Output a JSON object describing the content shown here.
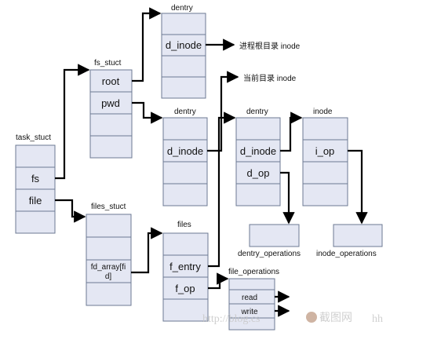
{
  "structures": {
    "task_struct": {
      "title": "task_stuct",
      "fields": [
        "fs",
        "file"
      ]
    },
    "fs_struct": {
      "title": "fs_stuct",
      "fields": [
        "root",
        "pwd"
      ]
    },
    "dentry_root": {
      "title": "dentry",
      "field": "d_inode",
      "annotation": "进程根目录 inode"
    },
    "dentry_pwd": {
      "title": "dentry",
      "field": "d_inode",
      "annotation": "当前目录 inode"
    },
    "dentry_file": {
      "title": "dentry",
      "fields": [
        "d_inode",
        "d_op"
      ]
    },
    "inode": {
      "title": "inode",
      "field": "i_op"
    },
    "files_struct": {
      "title": "files_stuct",
      "field_line1": "fd_array[fi",
      "field_line2": "d]"
    },
    "files": {
      "title": "files",
      "fields": [
        "f_entry",
        "f_op"
      ]
    },
    "dentry_operations": {
      "title": "dentry_operations"
    },
    "inode_operations": {
      "title": "inode_operations"
    },
    "file_operations": {
      "title": "file_operations",
      "fields": [
        "read",
        "write"
      ]
    }
  },
  "watermark": {
    "text_left": "http://blog.cs",
    "text_right": "hh",
    "logo_text": "截图网"
  }
}
